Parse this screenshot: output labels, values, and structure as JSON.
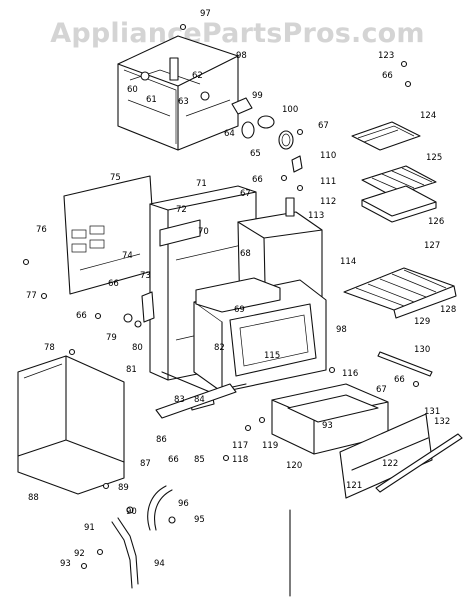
{
  "watermark": "AppliancePartsPros.com",
  "part_labels": [
    "97",
    "98",
    "62",
    "60",
    "61",
    "63",
    "99",
    "100",
    "64",
    "65",
    "67",
    "123",
    "66",
    "124",
    "125",
    "126",
    "110",
    "111",
    "112",
    "113",
    "75",
    "71",
    "72",
    "70",
    "67",
    "66",
    "76",
    "68",
    "114",
    "74",
    "73",
    "66",
    "77",
    "66",
    "79",
    "80",
    "69",
    "82",
    "115",
    "98",
    "127",
    "128",
    "129",
    "78",
    "81",
    "83",
    "84",
    "116",
    "130",
    "66",
    "67",
    "131",
    "132",
    "86",
    "66",
    "85",
    "117",
    "118",
    "119",
    "93",
    "120",
    "122",
    "121",
    "87",
    "88",
    "89",
    "90",
    "96",
    "95",
    "91",
    "92",
    "93",
    "94"
  ],
  "colors": {
    "line": "#111111",
    "watermark": "#d4d4d4",
    "background": "#ffffff"
  }
}
